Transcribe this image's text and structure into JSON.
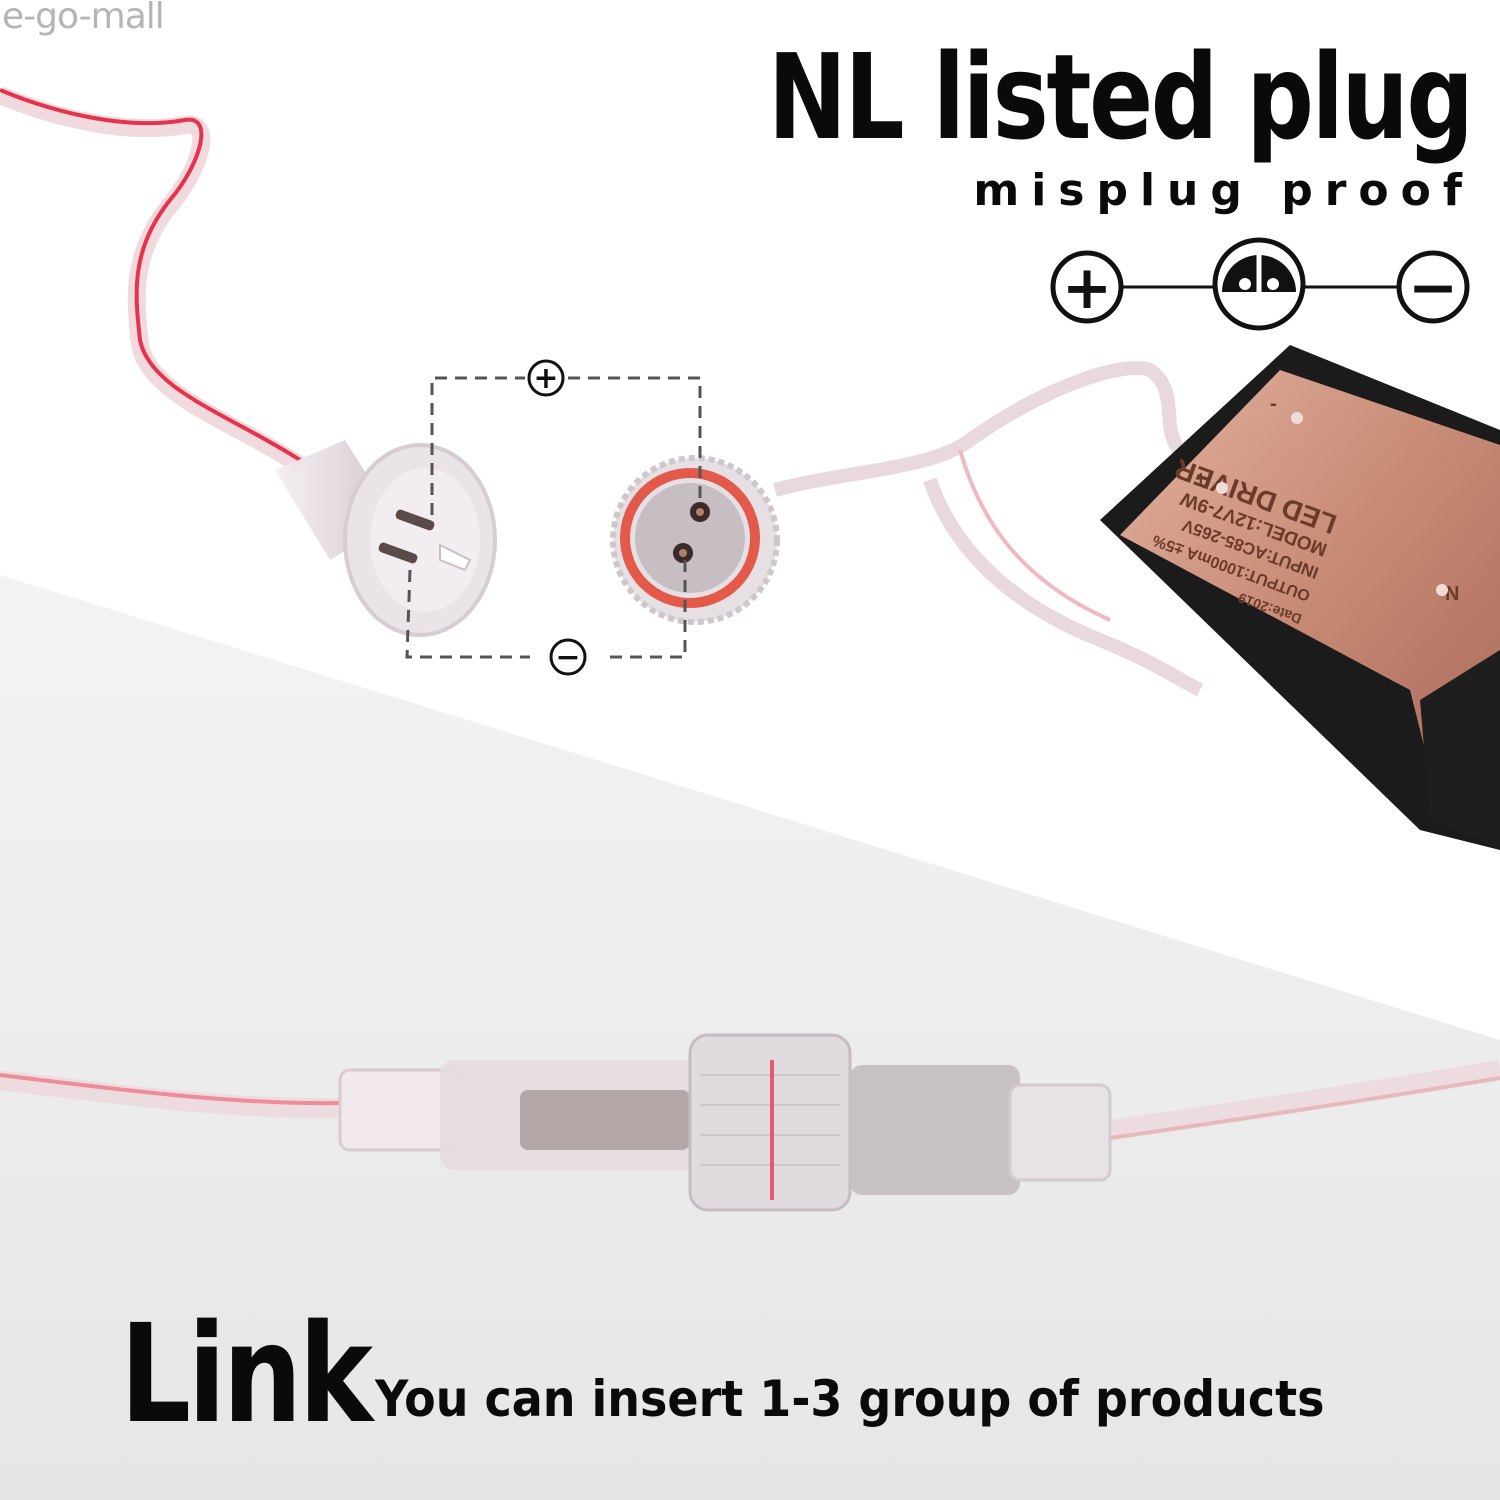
{
  "watermark": "e-go-mall",
  "headline": "NL listed plug",
  "subheadline": "misplug proof",
  "legend_symbols": {
    "positive": "+",
    "negative": "−"
  },
  "diagram_symbols": {
    "positive": "+",
    "negative": "−"
  },
  "driver_box": {
    "title": "LED DRIVER",
    "model": "MODEL:12V7-9W",
    "input": "INPUT:AC85-265V",
    "output": "OUTPUT:1000mA ±5%",
    "date": "Date:2019",
    "terminal_n": "N",
    "terminal_plus": "+",
    "terminal_minus": "-"
  },
  "link_title": "Link",
  "link_caption": "You can insert 1-3 group of products",
  "colors": {
    "text": "#0a0a0a",
    "wire_red": "#e8324b",
    "box_copper": "#c98f7a"
  }
}
